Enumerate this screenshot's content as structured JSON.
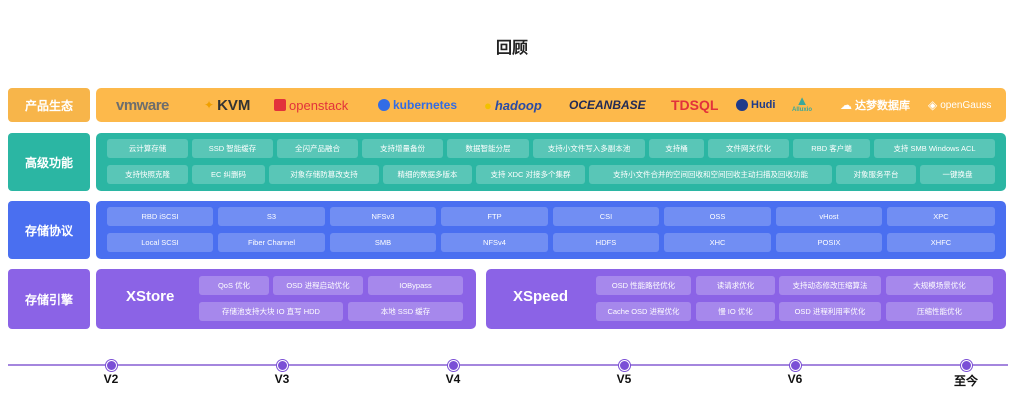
{
  "title": "回顾",
  "rows": {
    "ecosystem": "产品生态",
    "advanced": "高级功能",
    "protocol": "存储协议",
    "engine": "存储引擎"
  },
  "colors": {
    "ecosystem": "#f7b54a",
    "advanced": "#2bb6a3",
    "protocol": "#4a6ff0",
    "engine": "#8b63e6",
    "timeline": "#7b4fd6"
  },
  "brands": [
    {
      "label": "vmware",
      "icon": "vmware-logo",
      "color": "#6d6d6d"
    },
    {
      "label": "KVM",
      "icon": "kvm-logo",
      "color": "#333333"
    },
    {
      "label": "openstack",
      "icon": "openstack-logo",
      "color": "#e2323b"
    },
    {
      "label": "kubernetes",
      "icon": "kubernetes-logo",
      "color": "#326ce5"
    },
    {
      "label": "hadoop",
      "icon": "hadoop-logo",
      "color": "#2a4ba5"
    },
    {
      "label": "OCEANBASE",
      "icon": "oceanbase-logo",
      "color": "#222a55"
    },
    {
      "label": "TDSQL",
      "icon": "tdsql-logo",
      "color": "#e2323b"
    },
    {
      "label": "Hudi",
      "icon": "hudi-logo",
      "color": "#1e3a8a"
    },
    {
      "label": "Alluxio",
      "icon": "alluxio-logo",
      "color": "#3aa89a"
    },
    {
      "label": "达梦数据库",
      "icon": "dameng-logo",
      "color": "#333333"
    },
    {
      "label": "openGauss",
      "icon": "opengauss-logo",
      "color": "#8aa0a0"
    }
  ],
  "advanced_row1": [
    "云计算存储",
    "SSD 智能缓存",
    "全闪产品融合",
    "支持增量备份",
    "数据智能分层",
    "支持小文件写入多副本池",
    "支持桶",
    "文件网关优化",
    "RBD 客户端",
    "支持 SMB Windows ACL"
  ],
  "advanced_row2": [
    "支持快照克隆",
    "EC 纠删码",
    "对象存储防篡改支持",
    "精细的数据多版本",
    "支持 XDC 对接多个集群",
    "支持小文件合并的空间回收和空间回收主动扫描及回收功能",
    "对象服务平台",
    "一键换盘"
  ],
  "protocol_row1": [
    "RBD iSCSI",
    "S3",
    "NFSv3",
    "FTP",
    "CSI",
    "OSS",
    "vHost",
    "XPC"
  ],
  "protocol_row2": [
    "Local SCSI",
    "Fiber Channel",
    "SMB",
    "NFSv4",
    "HDFS",
    "XHC",
    "POSIX",
    "XHFC"
  ],
  "xstore": {
    "name": "XStore",
    "row1": [
      "QoS 优化",
      "OSD 进程启动优化",
      "IOBypass"
    ],
    "row2": [
      "存储池支持大块 IO 直写 HDD",
      "本地 SSD 缓存"
    ]
  },
  "xspeed": {
    "name": "XSpeed",
    "row1": [
      "OSD 性能路径优化",
      "读请求优化",
      "支持动态修改压缩算法",
      "大规模场景优化"
    ],
    "row2": [
      "Cache OSD 进程优化",
      "慢 IO 优化",
      "OSD 进程利用率优化",
      "压缩性能优化"
    ]
  },
  "timeline": [
    "V2",
    "V3",
    "V4",
    "V5",
    "V6",
    "至今"
  ]
}
